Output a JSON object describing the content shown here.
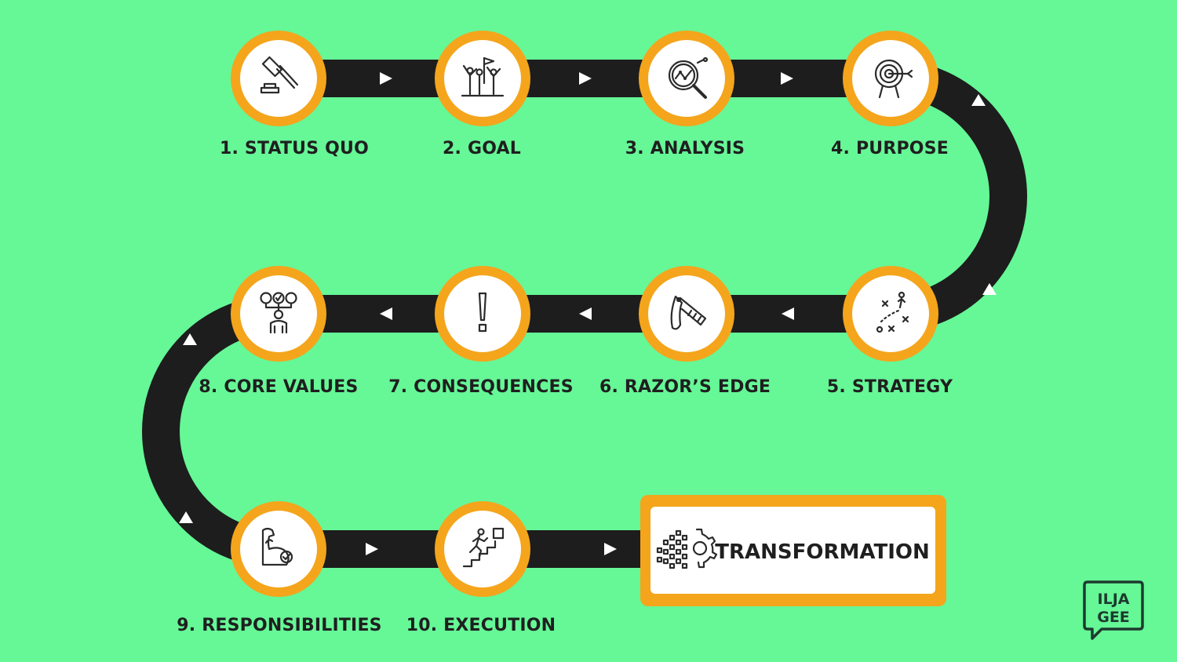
{
  "steps": [
    {
      "label": "1. STATUS QUO",
      "icon": "gavel-icon"
    },
    {
      "label": "2. GOAL",
      "icon": "team-flag-icon"
    },
    {
      "label": "3. ANALYSIS",
      "icon": "magnifier-chart-icon"
    },
    {
      "label": "4. PURPOSE",
      "icon": "target-icon"
    },
    {
      "label": "5. STRATEGY",
      "icon": "game-plan-icon"
    },
    {
      "label": "6. RAZOR’S EDGE",
      "icon": "razor-icon"
    },
    {
      "label": "7. CONSEQUENCES",
      "icon": "exclamation-icon"
    },
    {
      "label": "8. CORE VALUES",
      "icon": "person-values-icon"
    },
    {
      "label": "9. RESPONSIBILITIES",
      "icon": "flexed-arm-icon"
    },
    {
      "label": "10. EXECUTION",
      "icon": "climbing-stairs-icon"
    }
  ],
  "final": {
    "label": "TRANSFORMATION",
    "icon": "digital-gear-icon"
  },
  "logo": {
    "line1": "ILJA",
    "line2": "GEE"
  },
  "colors": {
    "background": "#66f797",
    "road": "#1d1d1d",
    "ring": "#f4a51c",
    "arrow": "#ffffff"
  }
}
